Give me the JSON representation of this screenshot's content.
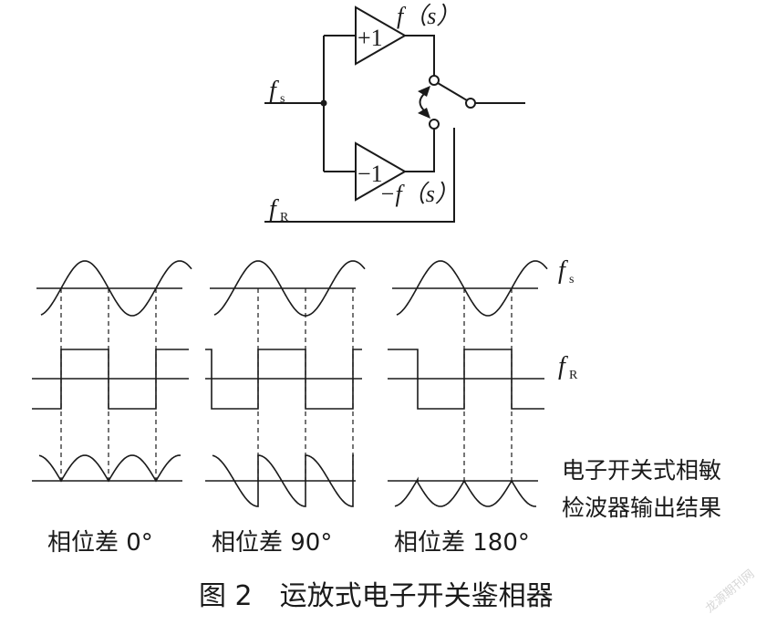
{
  "circuit": {
    "input_label": "f",
    "input_sub": "s",
    "ref_label": "f",
    "ref_sub": "R",
    "amp_top_gain": "+1",
    "amp_bottom_gain": "−1",
    "out_top_label": "f（s）",
    "out_bottom_label": "−f（s）"
  },
  "waveforms": {
    "row1_label": "f",
    "row1_sub": "s",
    "row2_label": "f",
    "row2_sub": "R",
    "result_line1": "电子开关式相敏",
    "result_line2": "检波器输出结果",
    "panels": [
      {
        "label": "相位差 0°",
        "phase_deg": 0
      },
      {
        "label": "相位差 90°",
        "phase_deg": 90
      },
      {
        "label": "相位差 180°",
        "phase_deg": 180
      }
    ]
  },
  "caption": "图 2　运放式电子开关鉴相器",
  "watermark": "龙源期刊网"
}
